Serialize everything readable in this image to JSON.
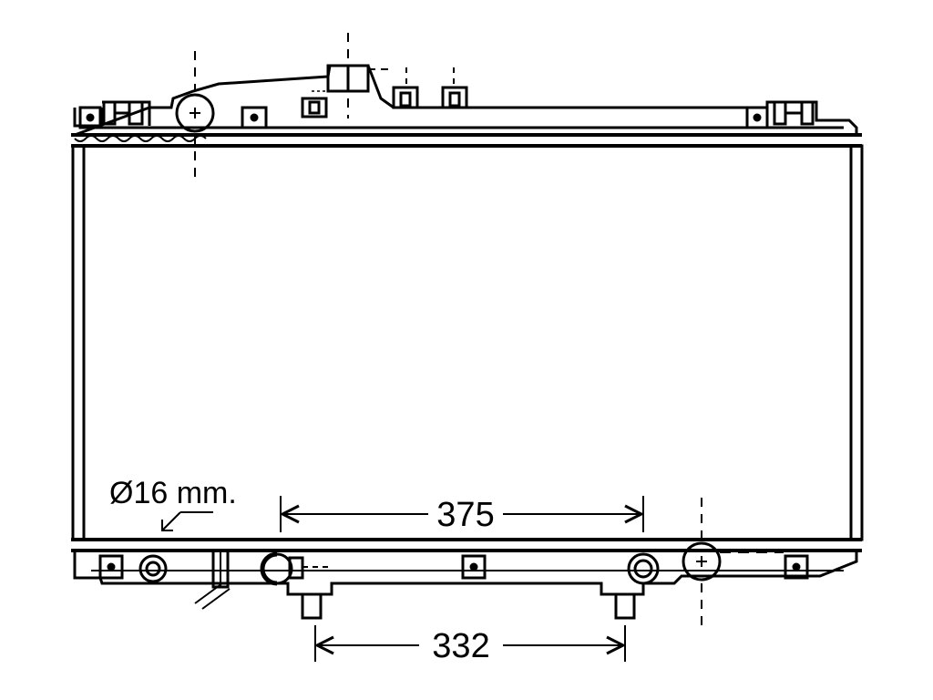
{
  "diagram": {
    "colors": {
      "line": "#000000",
      "background": "#ffffff"
    },
    "dimensions": {
      "width_dim": {
        "label": "375"
      },
      "outlet_spacing_dim": {
        "label": "332"
      }
    },
    "notes": {
      "pipe_diameter": {
        "label": "Ø16 mm."
      }
    }
  }
}
